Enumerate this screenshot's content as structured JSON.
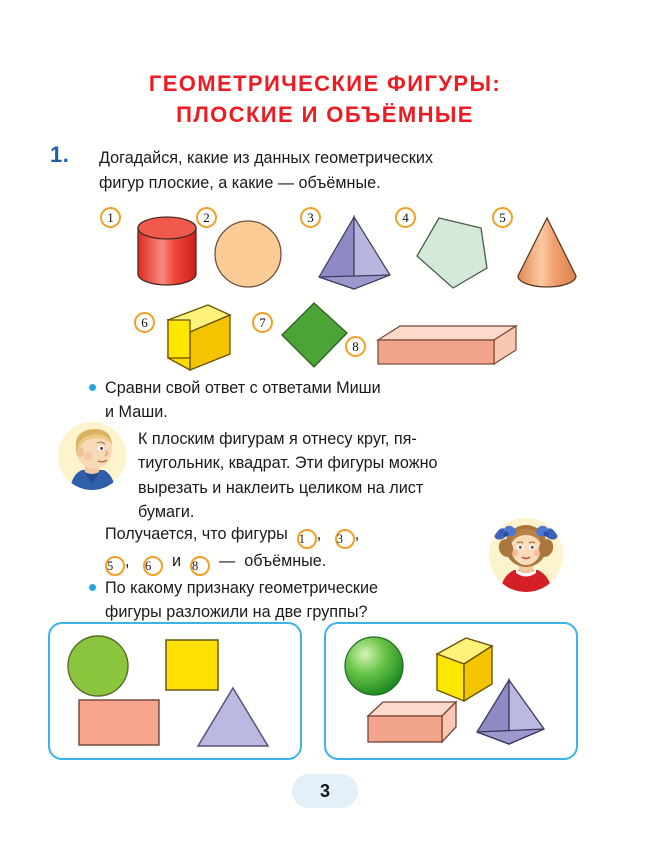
{
  "page": {
    "number": "3",
    "title_line1": "ГЕОМЕТРИЧЕСКИЕ ФИГУРЫ:",
    "title_line2": "ПЛОСКИЕ И ОБЪЁМНЫЕ",
    "title_color": "#ed1c24",
    "accent_blue": "#1f5fa8",
    "bullet_color": "#29a3dc",
    "circle_number_color": "#f0a028",
    "box_border_color": "#3cb3e6"
  },
  "task1": {
    "marker": "1.",
    "line1": "Догадайся, какие из данных геометрических",
    "line2": "фигур плоские, а какие — объёмные."
  },
  "figures": [
    {
      "num": "1",
      "name": "cylinder",
      "label": "цилиндр",
      "color": "#ee3b33"
    },
    {
      "num": "2",
      "name": "circle",
      "label": "круг",
      "color": "#f9c892"
    },
    {
      "num": "3",
      "name": "pyramid",
      "label": "пирамида",
      "color": "#9a96cc"
    },
    {
      "num": "4",
      "name": "pentagon",
      "label": "пятиугольник",
      "color": "#cde8d5"
    },
    {
      "num": "5",
      "name": "cone",
      "label": "конус",
      "color": "#f5a971"
    },
    {
      "num": "6",
      "name": "cube",
      "label": "куб",
      "color": "#fbe200"
    },
    {
      "num": "7",
      "name": "square",
      "label": "квадрат",
      "color": "#4f9e33"
    },
    {
      "num": "8",
      "name": "box",
      "label": "прямоугольный параллелепипед",
      "color": "#f3a98f"
    }
  ],
  "bullet1": {
    "line1": "Сравни свой ответ с ответами Миши",
    "line2": "и Маши."
  },
  "boy_speech": {
    "line1": "К плоским фигурам я отнесу круг, пя-",
    "line2": "тиугольник, квадрат. Эти фигуры можно",
    "line3": "вырезать и наклеить целиком на лист",
    "line4": "бумаги."
  },
  "girl_speech": {
    "prefix": "Получается, что фигуры",
    "nums_line1": [
      "1",
      "3"
    ],
    "nums_line2": [
      "5",
      "6",
      "8"
    ],
    "conj": "и",
    "dash": "—",
    "suffix": "объёмные.",
    "comma": ","
  },
  "bullet2": {
    "line1": "По какому признаку геометрические",
    "line2": "фигуры разложили на две группы?"
  },
  "answer_boxes": [
    {
      "name": "flat-figures-box",
      "shapes": [
        {
          "name": "circle",
          "label": "круг",
          "color": "#8cc63e"
        },
        {
          "name": "square",
          "label": "квадрат",
          "color": "#ffdd00"
        },
        {
          "name": "rectangle",
          "label": "прямоугольник",
          "color": "#f6a48c"
        },
        {
          "name": "triangle",
          "label": "треугольник",
          "color": "#bcb9e0"
        }
      ]
    },
    {
      "name": "solid-figures-box",
      "shapes": [
        {
          "name": "sphere",
          "label": "шар",
          "color": "#4eb840"
        },
        {
          "name": "cube",
          "label": "куб",
          "color": "#ffdd00"
        },
        {
          "name": "box",
          "label": "параллелепипед",
          "color": "#f6a48c"
        },
        {
          "name": "pyramid",
          "label": "пирамида",
          "color": "#a8a3d4"
        }
      ]
    }
  ]
}
